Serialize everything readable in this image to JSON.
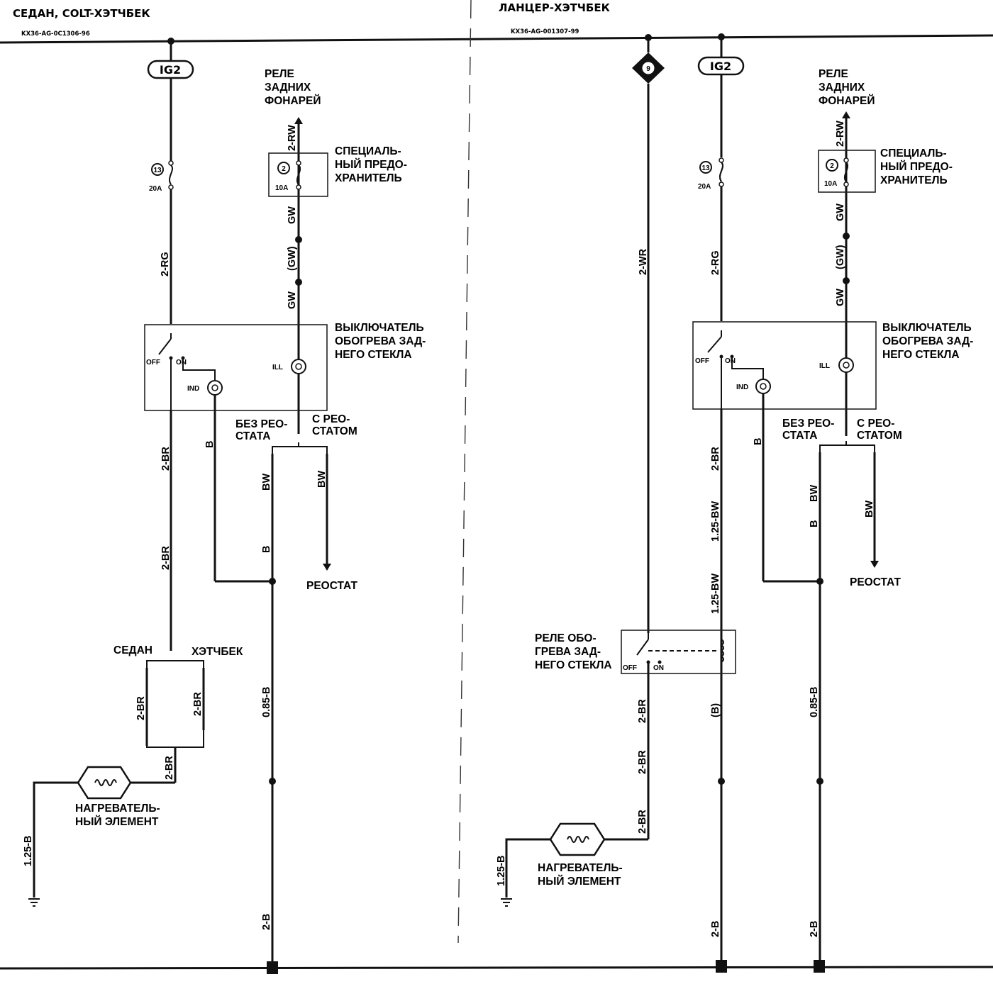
{
  "left": {
    "title": "СЕДАН, COLT-ХЭТЧБЕК",
    "code": "KX36-AG-0C1306-96",
    "ig2": "IG2",
    "fuse_num": "13",
    "fuse_rating": "20A",
    "relay_line1": "РЕЛЕ",
    "relay_line2": "ЗАДНИХ",
    "relay_line3": "ФОНАРЕЙ",
    "special_fuse_num": "2",
    "special_fuse_rating": "10A",
    "special_fuse_line1": "СПЕЦИАЛЬ-",
    "special_fuse_line2": "НЫЙ ПРЕДО-",
    "special_fuse_line3": "ХРАНИТЕЛЬ",
    "switch_line1": "ВЫКЛЮЧАТЕЛЬ",
    "switch_line2": "ОБОГРЕВА ЗАД-",
    "switch_line3": "НЕГО СТЕКЛА",
    "off": "OFF",
    "on": "ON",
    "ill": "ILL",
    "ind": "IND",
    "no_rheo_line1": "БЕЗ РЕО-",
    "no_rheo_line2": "СТАТА",
    "with_rheo_line1": "С РЕО-",
    "with_rheo_line2": "СТАТОМ",
    "rheostat": "РЕОСТАТ",
    "sedan": "СЕДАН",
    "hatchback": "ХЭТЧБЕК",
    "heater_line1": "НАГРЕВАТЕЛЬ-",
    "heater_line2": "НЫЙ ЭЛЕМЕНТ",
    "wires": {
      "rw": "2-RW",
      "gw1": "GW",
      "gw_paren": "(GW)",
      "gw2": "GW",
      "rg": "2-RG",
      "br1": "2-BR",
      "br2": "2-BR",
      "b_ind": "B",
      "bw1": "BW",
      "bw2": "BW",
      "b_low": "B",
      "b085": "0.85-B",
      "br_sedan": "2-BR",
      "br_hatch": "2-BR",
      "br_bot": "2-BR",
      "b125": "1.25-B",
      "b2": "2-B"
    }
  },
  "right": {
    "title": "ЛАНЦЕР-ХЭТЧБЕК",
    "code": "KX36-AG-001307-99",
    "ig2": "IG2",
    "diamond_num": "9",
    "fuse_num": "13",
    "fuse_rating": "20A",
    "relay_line1": "РЕЛЕ",
    "relay_line2": "ЗАДНИХ",
    "relay_line3": "ФОНАРЕЙ",
    "special_fuse_num": "2",
    "special_fuse_rating": "10A",
    "special_fuse_line1": "СПЕЦИАЛЬ-",
    "special_fuse_line2": "НЫЙ ПРЕДО-",
    "special_fuse_line3": "ХРАНИТЕЛЬ",
    "switch_line1": "ВЫКЛЮЧАТЕЛЬ",
    "switch_line2": "ОБОГРЕВА ЗАД-",
    "switch_line3": "НЕГО СТЕКЛА",
    "off": "OFF",
    "on": "ON",
    "ill": "ILL",
    "ind": "IND",
    "no_rheo_line1": "БЕЗ РЕО-",
    "no_rheo_line2": "СТАТА",
    "with_rheo_line1": "С РЕО-",
    "with_rheo_line2": "СТАТОМ",
    "rheostat": "РЕОСТАТ",
    "relay_heat_line1": "РЕЛЕ ОБО-",
    "relay_heat_line2": "ГРЕВА ЗАД-",
    "relay_heat_line3": "НЕГО СТЕКЛА",
    "heater_line1": "НАГРЕВАТЕЛЬ-",
    "heater_line2": "НЫЙ ЭЛЕМЕНТ",
    "wires": {
      "wr": "2-WR",
      "rw": "2-RW",
      "gw1": "GW",
      "gw_paren": "(GW)",
      "gw2": "GW",
      "rg": "2-RG",
      "br_sw": "2-BR",
      "bw125a": "1.25-BW",
      "bw125b": "1.25-BW",
      "b_paren": "(B)",
      "b_ind": "B",
      "bw1": "BW",
      "b_low": "B",
      "bw2": "BW",
      "b085": "0.85-B",
      "br1": "2-BR",
      "br2": "2-BR",
      "br3": "2-BR",
      "b125": "1.25-B",
      "b2a": "2-B",
      "b2b": "2-B"
    }
  }
}
